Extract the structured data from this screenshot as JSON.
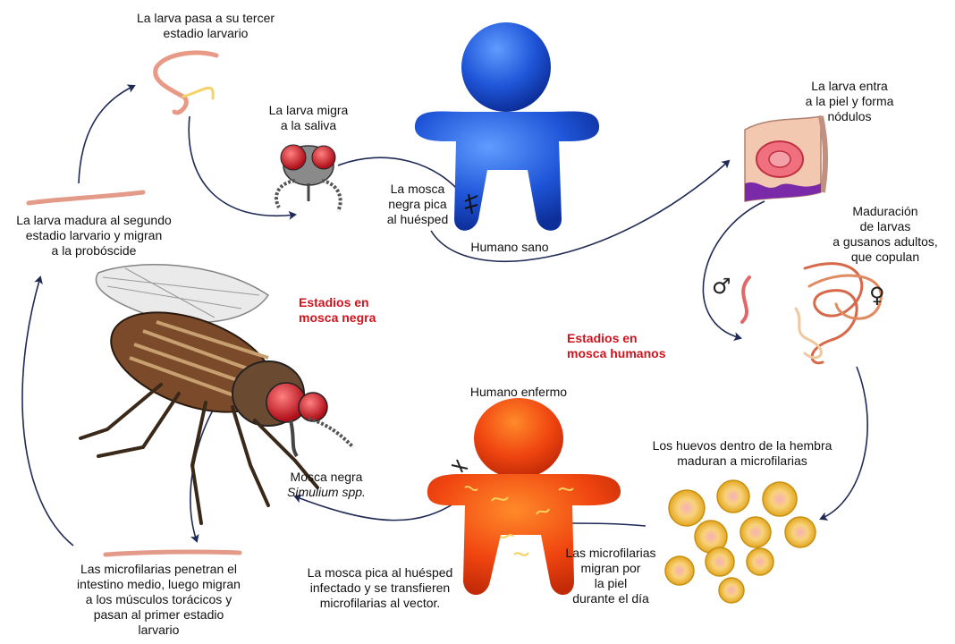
{
  "labels": {
    "third_stage": [
      "La larva pasa a su tercer",
      "estadio larvario"
    ],
    "migrates_saliva": [
      "La larva migra",
      "a la saliva"
    ],
    "fly_bites": [
      "La mosca",
      "negra pica",
      "al huésped"
    ],
    "healthy_human": "Humano sano",
    "enters_skin": [
      "La larva entra",
      "a la piel y forma",
      "nódulos"
    ],
    "second_stage": [
      "La larva madura al segundo",
      "estadio larvario y migran",
      "a la probóscide"
    ],
    "maturation": [
      "Maduración",
      "de larvas",
      "a gusanos adultos,",
      "que copulan"
    ],
    "stages_fly": [
      "Estadios en",
      "mosca negra"
    ],
    "stages_human": [
      "Estadios en",
      "mosca humanos"
    ],
    "sick_human": "Humano enfermo",
    "eggs": [
      "Los huevos dentro de la hembra",
      "maduran a microfilarias"
    ],
    "fly_name": "Mosca negra",
    "fly_species": "Simulium spp.",
    "microfilariae_migrate": [
      "Las microfilarias",
      "migran por",
      "la piel",
      "durante el día"
    ],
    "fly_bites_infected": [
      "La mosca pica al huésped",
      "infectado y se transfieren",
      "microfilarias al vector."
    ],
    "penetrate": [
      "Las microfilarias penetran el",
      "intestino medio, luego migran",
      "a los músculos torácicos y",
      "pasan al primer estadio",
      "larvario"
    ]
  },
  "symbols": {
    "male": "♂",
    "female": "♀"
  },
  "colors": {
    "healthy_human": "#1f55d8",
    "sick_human": "#f04510",
    "arrow": "#1f2a55",
    "stage_title": "#d0141e",
    "larva": "#e89a86",
    "fly_eye": "#d8202a"
  }
}
